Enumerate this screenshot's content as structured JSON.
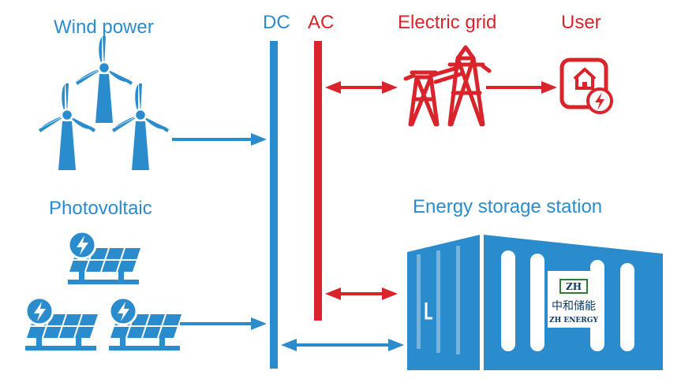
{
  "labels": {
    "wind_power": "Wind power",
    "photovoltaic": "Photovoltaic",
    "dc": "DC",
    "ac": "AC",
    "electric_grid": "Electric grid",
    "user": "User",
    "energy_storage_station": "Energy storage station"
  },
  "logo": {
    "mark": "ZH",
    "cn_name": "中和储能",
    "en_name": "ZH ENERGY"
  },
  "colors": {
    "blue": "#2b8ccd",
    "red": "#d9242b",
    "logo_green": "#2e7d32",
    "logo_text": "#0d3b66"
  },
  "icons": [
    "wind-turbine-icon",
    "solar-panel-icon",
    "lightning-bolt-icon",
    "power-pylon-icon",
    "smart-home-icon",
    "container-icon"
  ]
}
